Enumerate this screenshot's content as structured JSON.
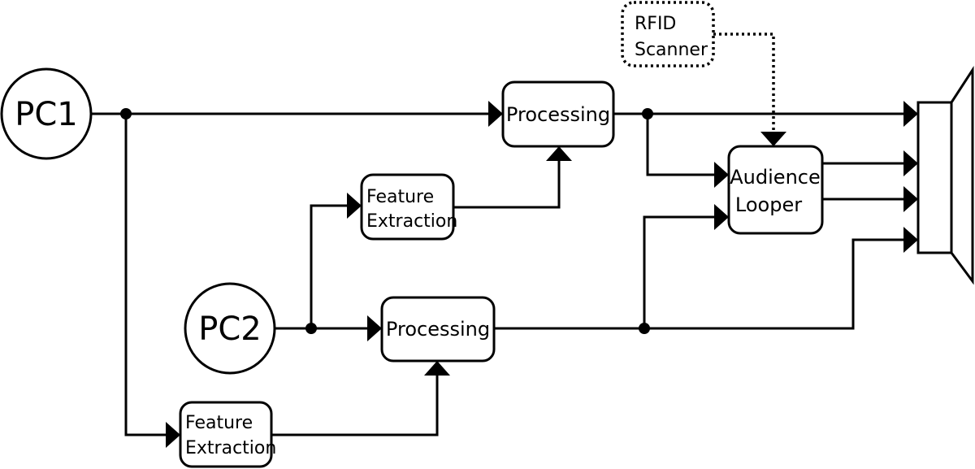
{
  "nodes": {
    "pc1": {
      "label": "PC1"
    },
    "pc2": {
      "label": "PC2"
    },
    "processing_top": {
      "label": "Processing"
    },
    "processing_bottom": {
      "label": "Processing"
    },
    "feature_extraction_top": {
      "lines": [
        "Feature",
        "Extraction"
      ]
    },
    "feature_extraction_bottom": {
      "lines": [
        "Feature",
        "Extraction"
      ]
    },
    "audience_looper": {
      "lines": [
        "Audience",
        "Looper"
      ]
    },
    "rfid_scanner": {
      "lines": [
        "RFID",
        "Scanner"
      ]
    }
  },
  "icons": {
    "output": "speaker-icon"
  }
}
